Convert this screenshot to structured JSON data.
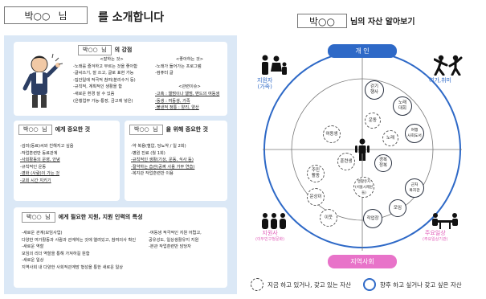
{
  "left_title": {
    "name": "박○○",
    "suffix": "님",
    "title": "를 소개합니다"
  },
  "intro_card": {
    "name": "박○○",
    "suffix": "님",
    "heading": "의 강점",
    "col1_head": "<잘하는 것>",
    "col1": [
      "-노래를 즐겨하고 부르는 것을 좋아함",
      "-글씨쓰기, 잘 쓰고, 글로 표현 가능",
      "-집안일에 적극적 참여(분리수거 등)",
      "-규칙적, 계획적인 생활을 함",
      "-새로운 환경 잘 수 있음",
      "(은행업무 가능-통장, 금고에 넣은)"
    ],
    "col2_head": "<좋아하는 것>",
    "col2": [
      "-노래가 들어가는 프로그램",
      "-컴퓨터 글",
      "",
      "<관련이슈>",
      "-고혹 : 앨범이나 앨범, 밴드의 여동생",
      "-동생 : 여동생, 가족",
      "-불낸적 정통 : 양리, 양산"
    ]
  },
  "important_card": {
    "name": "박○○",
    "suffix": "님",
    "heading": "에게 중요한 것",
    "lines": [
      "-김미(동료)씨와 친해지고 싶음",
      "-작업훈련만 동료관계",
      "-사회활동의 운영, 안녕",
      "-규칙적인 운동",
      "-영화 (사람)이 가는 것",
      "-교회 시간 지키기"
    ]
  },
  "for_card": {
    "name": "박○○",
    "suffix": "님",
    "heading": "을 위해 중요한 것",
    "lines": [
      "-약 복용(혈압, 당뇨약 / 일 2회)",
      "-병원 진료 (월 1회)",
      "-규칙적인 생활(기상, 운동, 식사 등)",
      "-절약하는 습관(공짜 사용 거부 연습)",
      "-복지관 작업훈련반 이용"
    ]
  },
  "support_card": {
    "name": "박○○",
    "suffix": "님",
    "heading": "에게 필요한 지원, 지원 인력의 특성",
    "col1": [
      "-새로운 관계(모임사업)",
      "  다양한 여가활동과 사람과 관계하는 것에 열려있고, 참여의사 확인",
      "-새로운 역할",
      "  모임의 리더 역할을 통해 가져하길 원함",
      "-새로운 일상",
      "  지역사회 내 다양한 사회적관계망 형성을 통한 새로운 일상"
    ],
    "col2": [
      "-여동생 적극적인 지원 어렵고,",
      "  공유성도, 일상생활유지 지원",
      "-본관 작업훈련반 담당자"
    ]
  },
  "right_title": {
    "name": "박○○",
    "title": "님의 자산 알아보기"
  },
  "map": {
    "top": "개 인",
    "bottom": "지역사회",
    "corners": {
      "tl": [
        "지원자",
        "(가족)"
      ],
      "tr": [
        "여가,취미"
      ],
      "bl": [
        "지원사",
        "(이두민구청문화)"
      ],
      "br": [
        "주요일상",
        "(주요일상기관)"
      ]
    },
    "assets": [
      {
        "label": "걷기\n행사",
        "style": "solid"
      },
      {
        "label": "노래\n대회",
        "style": "solid"
      },
      {
        "label": "여행\n사회도서",
        "style": "solid"
      },
      {
        "label": "근처\n복지관",
        "style": "solid"
      },
      {
        "label": "모임",
        "style": "solid"
      },
      {
        "label": "작업장",
        "style": "solid"
      },
      {
        "label": "이웃",
        "style": "dashed"
      },
      {
        "label": "운상이",
        "style": "dashed"
      },
      {
        "label": "주민\n활동",
        "style": "dashed"
      },
      {
        "label": "여동생",
        "style": "dashed"
      },
      {
        "label": "운동",
        "style": "dashed"
      },
      {
        "label": "노래",
        "style": "dashed"
      },
      {
        "label": "훈련생",
        "style": "dashed"
      },
      {
        "label": "경복\n정복",
        "style": "solid"
      },
      {
        "label": "생활유지\n(서울시제원들)",
        "style": "dashed"
      }
    ]
  },
  "legend": {
    "dashed": "지금 하고 있거나, 갖고 있는 자산",
    "solid": "향후 하고 싶거나 갖고 싶은 자산"
  },
  "colors": {
    "blue": "#2e69c7",
    "pink": "#e873c9",
    "panel": "#dbe8f6"
  },
  "icons": [
    "person-pointing-icon",
    "family-icon",
    "dancing-people-icon",
    "group-people-icon",
    "meeting-table-icon",
    "standing-person-icon"
  ]
}
